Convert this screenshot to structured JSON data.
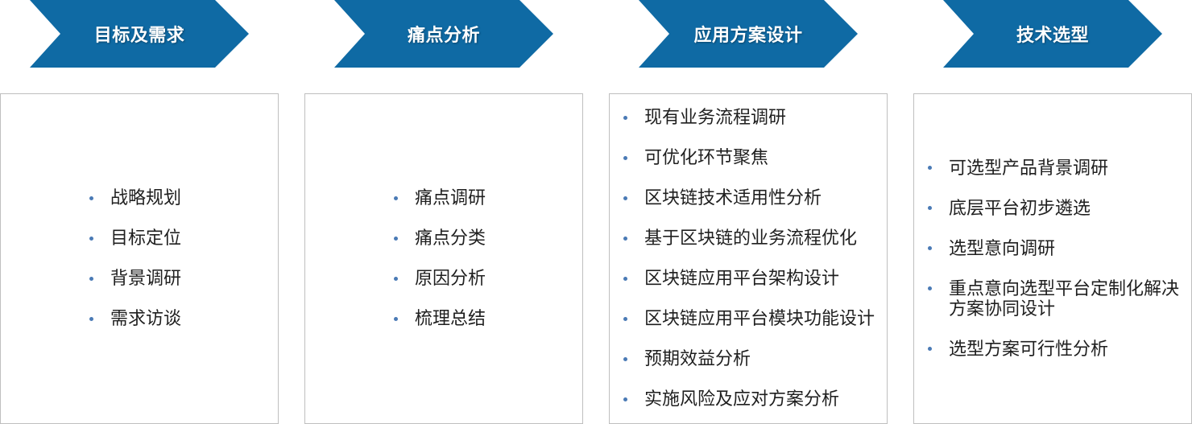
{
  "colors": {
    "chevron": "#0f6aa4",
    "bullet": "#4a7ab5",
    "border": "#bfbfbf"
  },
  "stages": [
    {
      "title": "目标及需求",
      "items": [
        "战略规划",
        "目标定位",
        "背景调研",
        "需求访谈"
      ]
    },
    {
      "title": "痛点分析",
      "items": [
        "痛点调研",
        "痛点分类",
        "原因分析",
        "梳理总结"
      ]
    },
    {
      "title": "应用方案设计",
      "items": [
        "现有业务流程调研",
        "可优化环节聚焦",
        "区块链技术适用性分析",
        "基于区块链的业务流程优化",
        "区块链应用平台架构设计",
        "区块链应用平台模块功能设计",
        "预期效益分析",
        "实施风险及应对方案分析"
      ]
    },
    {
      "title": "技术选型",
      "items": [
        "可选型产品背景调研",
        "底层平台初步遴选",
        "选型意向调研",
        "重点意向选型平台定制化解决方案协同设计",
        "选型方案可行性分析"
      ]
    }
  ]
}
